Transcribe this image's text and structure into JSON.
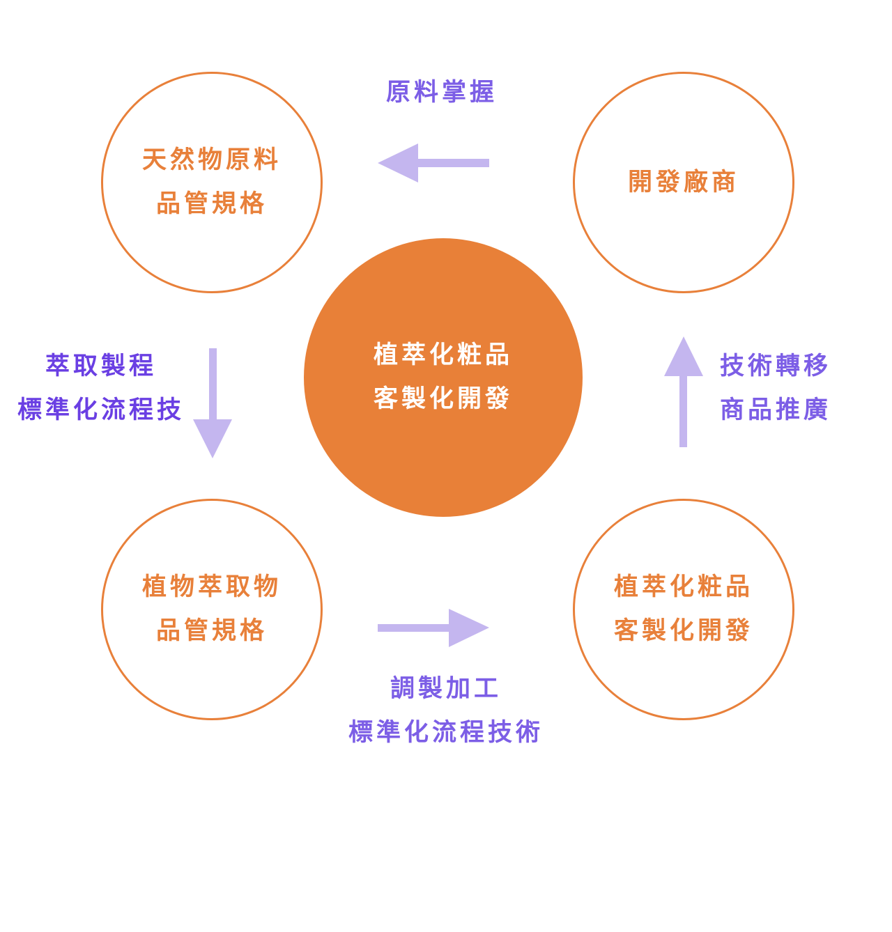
{
  "colors": {
    "accent_orange": "#e8803a",
    "arrow": "#c4b6ef",
    "label_purple": "#6a3fe3",
    "label_purple_light": "#7c5ee6"
  },
  "center": {
    "line1": "植萃化粧品",
    "line2": "客製化開發"
  },
  "nodes": {
    "top_left": {
      "line1": "天然物原料",
      "line2": "品管規格"
    },
    "top_right": {
      "line1": "開發廠商"
    },
    "bottom_left": {
      "line1": "植物萃取物",
      "line2": "品管規格"
    },
    "bottom_right": {
      "line1": "植萃化粧品",
      "line2": "客製化開發"
    }
  },
  "edges": {
    "top": {
      "line1": "原料掌握"
    },
    "left": {
      "line1": "萃取製程",
      "line2": "標準化流程技"
    },
    "bottom": {
      "line1": "調製加工",
      "line2": "標準化流程技術"
    },
    "right": {
      "line1": "技術轉移",
      "line2": "商品推廣"
    }
  }
}
